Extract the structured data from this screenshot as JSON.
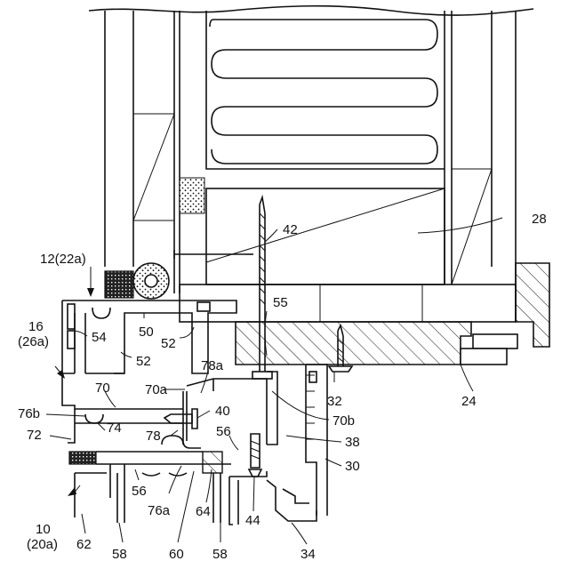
{
  "labels": {
    "l28": "28",
    "l42": "42",
    "l12": "12(22a)",
    "l55": "55",
    "l16": "16",
    "l26a": "(26a)",
    "l54": "54",
    "l50": "50",
    "l52a": "52",
    "l52b": "52",
    "l78a": "78a",
    "l70": "70",
    "l70a": "70a",
    "l32": "32",
    "l24": "24",
    "l76b": "76b",
    "l40": "40",
    "l70b": "70b",
    "l72": "72",
    "l74": "74",
    "l78": "78",
    "l56a": "56",
    "l38": "38",
    "l30": "30",
    "l56b": "56",
    "l76a": "76a",
    "l64": "64",
    "l44": "44",
    "l10": "10",
    "l20a": "(20a)",
    "l62": "62",
    "l58a": "58",
    "l60": "60",
    "l58b": "58",
    "l34": "34"
  }
}
